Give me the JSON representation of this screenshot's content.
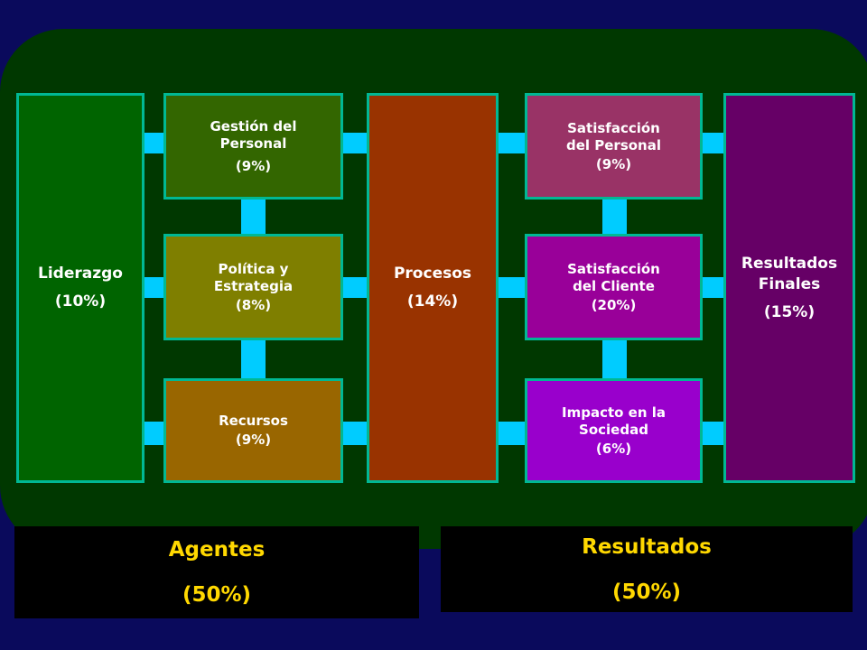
{
  "colors": {
    "background": "#0a0a5c",
    "panel": "#003800",
    "border": "#00b894",
    "connector": "#00ccff",
    "label_text": "#ffd800"
  },
  "boxes": {
    "liderazgo": {
      "name": "Liderazgo",
      "pct": "(10%)",
      "color": "#006400"
    },
    "gestion": {
      "name": "Gestión del Personal",
      "pct": "(9%)",
      "color": "#336600"
    },
    "politica": {
      "name": "Política y Estrategia",
      "pct": "(8%)",
      "color": "#7f7f00"
    },
    "recursos": {
      "name": "Recursos",
      "pct": "(9%)",
      "color": "#996600"
    },
    "procesos": {
      "name": "Procesos",
      "pct": "(14%)",
      "color": "#993300"
    },
    "sat_personal": {
      "name": "Satisfacción del Personal",
      "pct": "(9%)",
      "color": "#993366"
    },
    "sat_cliente": {
      "name": "Satisfacción del Cliente",
      "pct": "(20%)",
      "color": "#990099"
    },
    "impacto": {
      "name": "Impacto en la Sociedad",
      "pct": "(6%)",
      "color": "#9900cc"
    },
    "resultados_finales": {
      "name": "Resultados Finales",
      "pct": "(15%)",
      "color": "#660066"
    }
  },
  "footer": {
    "agentes": {
      "title": "Agentes",
      "pct": "(50%)"
    },
    "resultados": {
      "title": "Resultados",
      "pct": "(50%)"
    }
  }
}
